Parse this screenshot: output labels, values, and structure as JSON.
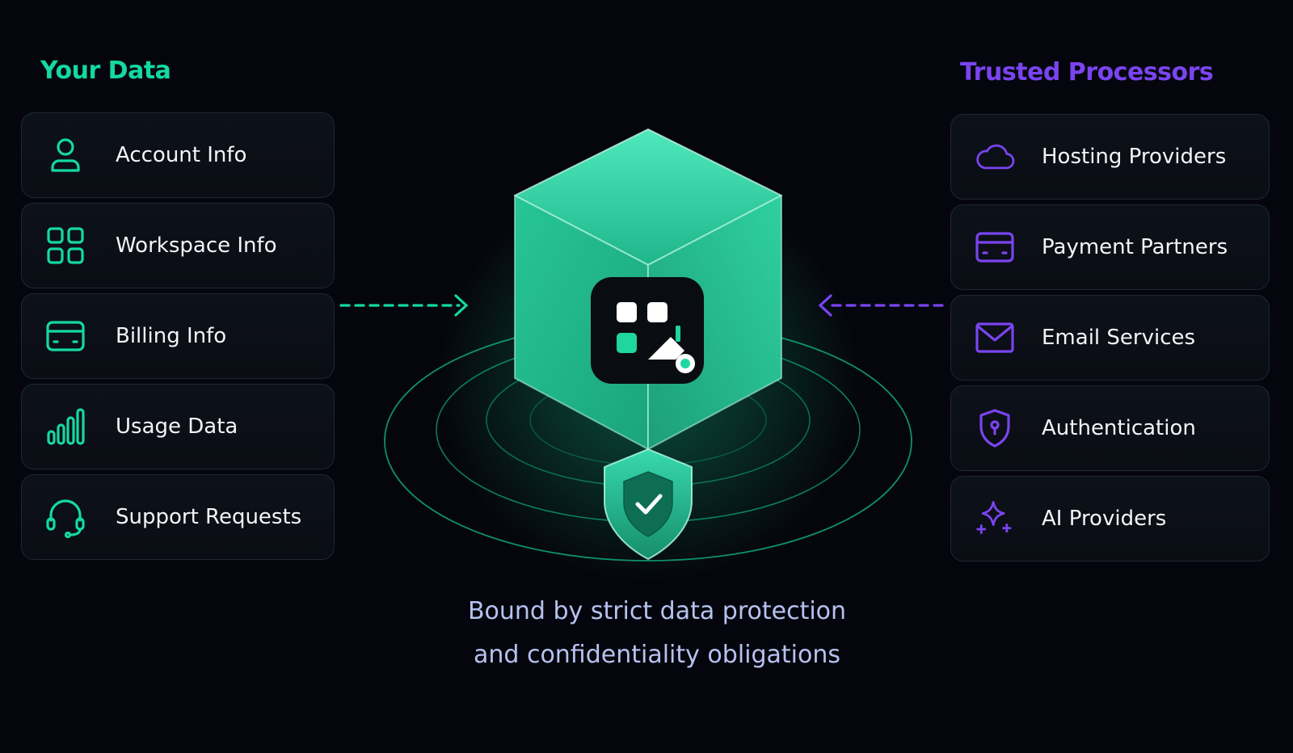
{
  "left_panel": {
    "title": "Your Data",
    "accent": "#14d9a0",
    "items": [
      {
        "label": "Account Info",
        "icon": "user-icon"
      },
      {
        "label": "Workspace Info",
        "icon": "grid-icon"
      },
      {
        "label": "Billing Info",
        "icon": "credit-card-icon"
      },
      {
        "label": "Usage Data",
        "icon": "bar-chart-icon"
      },
      {
        "label": "Support Requests",
        "icon": "headset-icon"
      }
    ]
  },
  "right_panel": {
    "title": "Trusted Processors",
    "accent": "#7a44f0",
    "items": [
      {
        "label": "Hosting Providers",
        "icon": "cloud-icon"
      },
      {
        "label": "Payment Partners",
        "icon": "credit-card-icon"
      },
      {
        "label": "Email Services",
        "icon": "envelope-icon"
      },
      {
        "label": "Authentication",
        "icon": "shield-lock-icon"
      },
      {
        "label": "AI Providers",
        "icon": "sparkle-icon"
      }
    ]
  },
  "center": {
    "cube_icon": "app-logo-icon",
    "badge_icon": "shield-check-icon"
  },
  "caption": {
    "line1": "Bound by strict data protection",
    "line2": "and confidentiality obligations"
  }
}
